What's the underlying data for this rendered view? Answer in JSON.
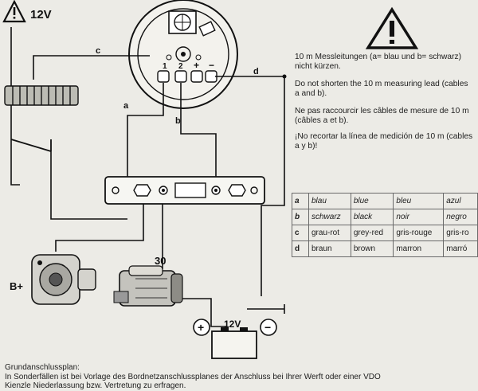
{
  "diagram": {
    "supply_label": "12V",
    "battery_label": "12V",
    "terminal_30": "30",
    "alternator_label": "B+",
    "gauge_terminals": [
      "1",
      "2",
      "+",
      "−"
    ],
    "wires": [
      "a",
      "b",
      "c",
      "d"
    ],
    "battery_plus": "+",
    "battery_minus": "−"
  },
  "notes": [
    "10 m Messleitungen (a= blau und b= schwarz) nicht kürzen.",
    "Do not shorten the 10 m measuring lead (cables a and b).",
    "Ne pas raccourcir les câbles de mesure de 10 m (câbles a et b).",
    "¡No recortar la línea de medición de 10 m (cables a y b)!"
  ],
  "legend": {
    "rows": [
      {
        "key": "a",
        "de": "blau",
        "en": "blue",
        "fr": "bleu",
        "es": "azul"
      },
      {
        "key": "b",
        "de": "schwarz",
        "en": "black",
        "fr": "noir",
        "es": "negro"
      },
      {
        "key": "c",
        "de": "grau-rot",
        "en": "grey-red",
        "fr": "gris-rouge",
        "es": "gris-ro"
      },
      {
        "key": "d",
        "de": "braun",
        "en": "brown",
        "fr": "marron",
        "es": "marró"
      }
    ]
  },
  "footer": {
    "title": "Grundanschlussplan:",
    "line1": "In Sonderfällen ist bei Vorlage des Bordnetzanschlussplanes der Anschluss bei Ihrer Werft oder einer VDO",
    "line2": "Kienzle Niederlassung bzw. Vertretung zu erfragen."
  }
}
